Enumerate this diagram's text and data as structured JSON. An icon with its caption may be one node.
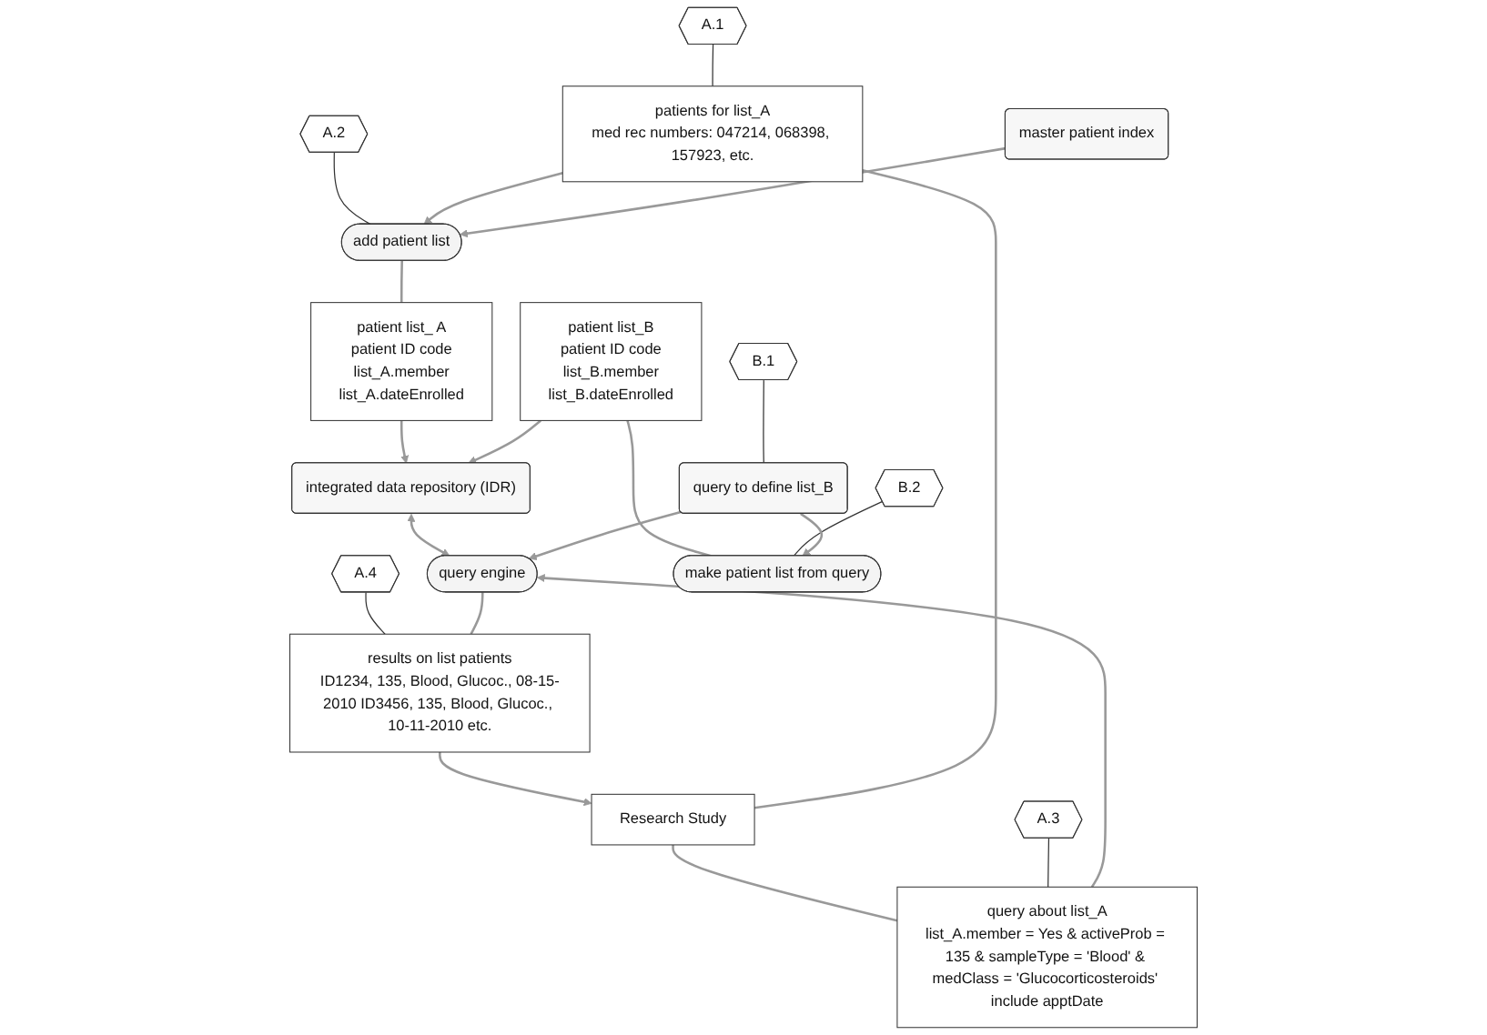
{
  "diagram": {
    "nodes": [
      {
        "text": [
          "A.1"
        ]
      },
      {
        "text": [
          "patients for list_A",
          "med rec numbers: 047214, 068398, 157923, etc."
        ]
      },
      {
        "text": [
          "A.2"
        ]
      },
      {
        "text": [
          "add patient list"
        ]
      },
      {
        "text": [
          "master patient index"
        ]
      },
      {
        "text": [
          "patient list_ A",
          "patient ID code",
          "list_A.member",
          "list_A.dateEnrolled"
        ]
      },
      {
        "text": [
          "patient list_B",
          "patient ID code",
          "list_B.member",
          "list_B.dateEnrolled"
        ]
      },
      {
        "text": [
          "B.2"
        ]
      },
      {
        "text": [
          "Research Study"
        ]
      },
      {
        "text": [
          "A.4"
        ]
      },
      {
        "text": [
          "results on list patients",
          "ID1234, 135, Blood, Glucoc., 08-15-2010 ID3456, 135, Blood, Glucoc., 10-11-2010 etc."
        ]
      },
      {
        "text": [
          "make patient list from query"
        ]
      },
      {
        "text": [
          "integrated data repository (IDR)"
        ]
      },
      {
        "text": [
          "query about list_A",
          "list_A.member = Yes & activeProb = 135 & sampleType = 'Blood' & medClass = 'Glucocorticosteroids' include apptDate"
        ]
      },
      {
        "text": [
          "query to define list_B"
        ]
      },
      {
        "text": [
          "B.1"
        ]
      },
      {
        "text": [
          "query engine"
        ]
      },
      {
        "text": [
          "A.3"
        ]
      }
    ],
    "edges": [
      {
        "from": 0,
        "to": 1,
        "arrow": "none",
        "color": "#333333"
      },
      {
        "from": 2,
        "to": 3,
        "arrow": "none",
        "color": "#333333"
      },
      {
        "from": 8,
        "to": 1,
        "arrow": "none"
      },
      {
        "from": 1,
        "to": 3,
        "arrow": "to"
      },
      {
        "from": 4,
        "to": 3,
        "arrow": "to"
      },
      {
        "from": 3,
        "to": 5,
        "arrow": "none"
      },
      {
        "from": 5,
        "to": 12,
        "arrow": "to"
      },
      {
        "from": 6,
        "to": 12,
        "arrow": "to"
      },
      {
        "from": 6,
        "to": 11,
        "arrow": "none"
      },
      {
        "from": 7,
        "to": 11,
        "arrow": "none",
        "color": "#333333"
      },
      {
        "from": 9,
        "to": 10,
        "arrow": "none",
        "color": "#333333"
      },
      {
        "from": 10,
        "to": 8,
        "arrow": "to"
      },
      {
        "from": 16,
        "to": 10,
        "arrow": "none"
      },
      {
        "from": 8,
        "to": 13,
        "arrow": "none"
      },
      {
        "from": 13,
        "to": 16,
        "arrow": "to"
      },
      {
        "from": 17,
        "to": 13,
        "arrow": "none",
        "color": "#333333"
      },
      {
        "from": 12,
        "to": 16,
        "arrow": "both"
      },
      {
        "from": 14,
        "to": 11,
        "arrow": "to"
      },
      {
        "from": 14,
        "to": 16,
        "arrow": "to"
      },
      {
        "from": 15,
        "to": 14,
        "arrow": "none",
        "color": "#333333"
      }
    ]
  }
}
